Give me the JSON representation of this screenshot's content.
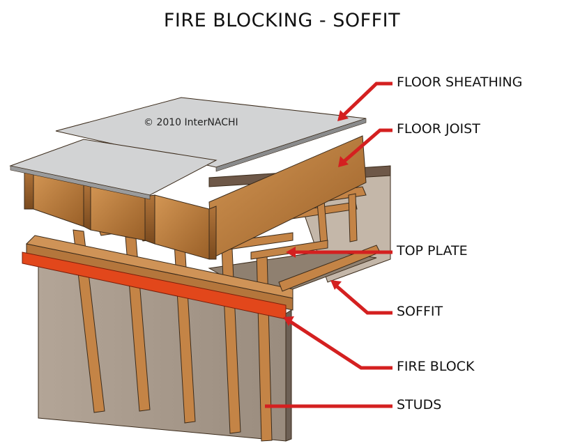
{
  "title": "FIRE BLOCKING - SOFFIT",
  "copyright": "© 2010  InterNACHI",
  "labels": {
    "floor_sheathing": "FLOOR SHEATHING",
    "floor_joist": "FLOOR JOIST",
    "top_plate": "TOP PLATE",
    "soffit": "SOFFIT",
    "fire_block": "FIRE BLOCK",
    "studs": "STUDS"
  },
  "colors": {
    "wood_light": "#c78a4a",
    "wood_dark": "#8a5424",
    "sheathing": "#d2d3d4",
    "drywall": "#a49688",
    "fire_block": "#e2471b",
    "leader": "#d42020"
  }
}
